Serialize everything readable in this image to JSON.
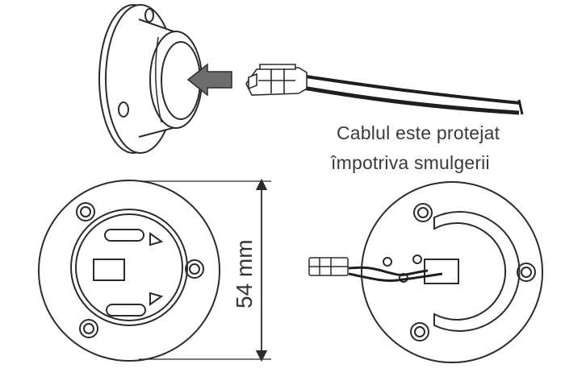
{
  "caption": {
    "line1": "Cablul este protejat",
    "line2": "împotriva smulgerii"
  },
  "dimension": {
    "label": "54 mm"
  },
  "colors": {
    "stroke": "#2b2b2b",
    "arrow_fill": "#6e6e6e",
    "cable": "#1e1e1e",
    "background": "#ffffff"
  },
  "icons": {
    "insert_arrow": "arrow-right-icon"
  }
}
